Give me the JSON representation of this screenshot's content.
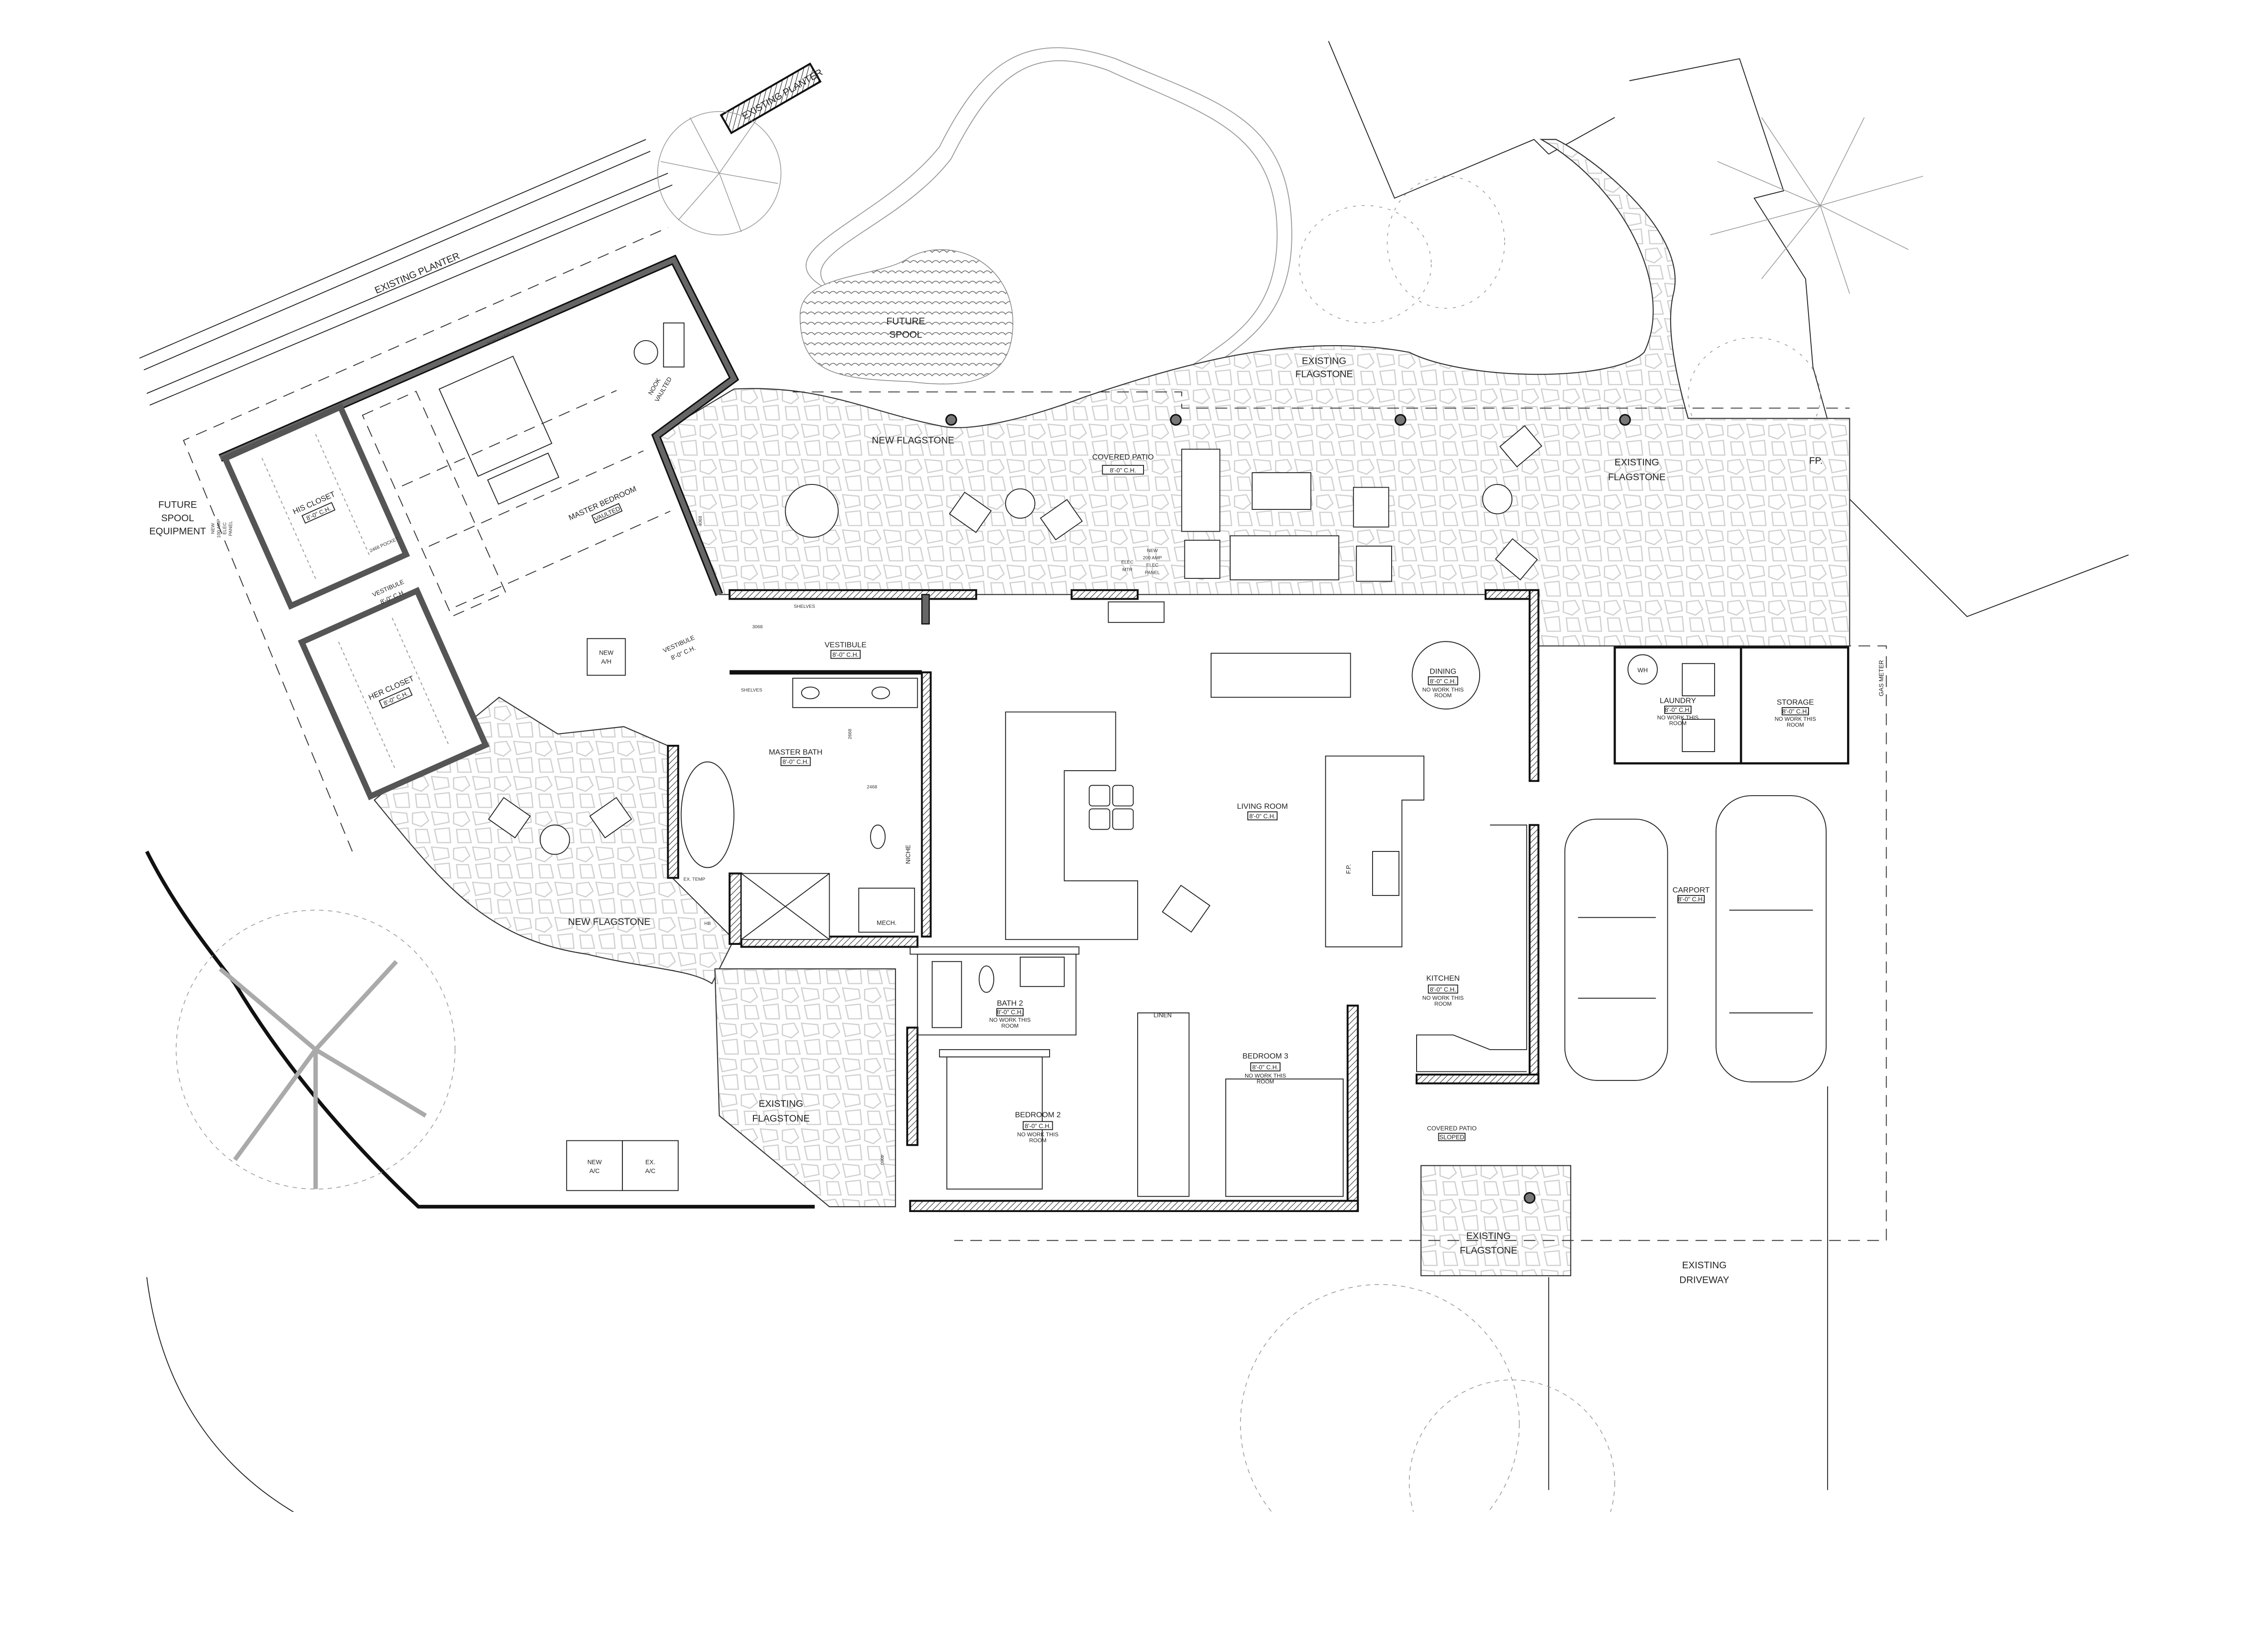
{
  "drawing": {
    "colors": {
      "wall_line": "#111111",
      "master_suite_wall": "#666666",
      "flagstone": "#cccccc",
      "column": "#777777",
      "background": "#ffffff"
    }
  },
  "site": {
    "existing_planter_1": "EXISTING PLANTER",
    "existing_planter_2": "EXISTING PLANTER",
    "future_spool": [
      "FUTURE",
      "SPOOL"
    ],
    "existing_flagstone_top": [
      "EXISTING",
      "FLAGSTONE"
    ],
    "new_flagstone_top": "NEW FLAGSTONE",
    "existing_flagstone_right": [
      "EXISTING",
      "FLAGSTONE"
    ],
    "fp_outdoor": "FP.",
    "future_spool_equipment": [
      "FUTURE",
      "SPOOL",
      "EQUIPMENT"
    ],
    "new_flagstone_bottom": "NEW FLAGSTONE",
    "existing_flagstone_bottom": [
      "EXISTING",
      "FLAGSTONE"
    ],
    "existing_flagstone_front": [
      "EXISTING",
      "FLAGSTONE"
    ],
    "existing_driveway": [
      "EXISTING",
      "DRIVEWAY"
    ],
    "gas_meter": "GAS METER"
  },
  "rooms": {
    "covered_patio": {
      "name": "COVERED PATIO",
      "ceiling": "8'-0\" C.H."
    },
    "his_closet": {
      "name": "HIS CLOSET",
      "ceiling": "8'-0\" C.H."
    },
    "her_closet": {
      "name": "HER CLOSET",
      "ceiling": "8'-0\" C.H."
    },
    "nook": {
      "name": "NOOK",
      "ceiling": "VAULTED"
    },
    "master_bedroom": {
      "name": "MASTER BEDROOM",
      "ceiling": "VAULTED"
    },
    "vestibule_closets": {
      "name": "VESTIBULE",
      "ceiling": "8'-0\" C.H."
    },
    "vestibule_side": {
      "name": "VESTIBULE",
      "ceiling": "8'-0\" C.H."
    },
    "vestibule_main": {
      "name": "VESTIBULE",
      "ceiling": "8'-0\" C.H."
    },
    "master_bath": {
      "name": "MASTER BATH",
      "ceiling": "8'-0\" C.H."
    },
    "mech": {
      "name": "MECH."
    },
    "niche": {
      "name": "NICHE"
    },
    "living_room": {
      "name": "LIVING ROOM",
      "ceiling": "8'-0\" C.H."
    },
    "dining": {
      "name": "DINING",
      "ceiling": "8'-0\" C.H.",
      "note": [
        "NO WORK THIS",
        "ROOM"
      ]
    },
    "kitchen": {
      "name": "KITCHEN",
      "ceiling": "8'-0\" C.H.",
      "note": [
        "NO WORK THIS",
        "ROOM"
      ]
    },
    "fireplace": {
      "name": "F.P."
    },
    "laundry": {
      "name": "LAUNDRY",
      "ceiling": "8'-0\" C.H.",
      "note": [
        "NO WORK THIS",
        "ROOM"
      ]
    },
    "storage": {
      "name": "STORAGE",
      "ceiling": "8'-0\" C.H.",
      "note": [
        "NO WORK THIS",
        "ROOM"
      ]
    },
    "carport": {
      "name": "CARPORT",
      "ceiling": "8'-0\" C.H."
    },
    "bath_2": {
      "name": "BATH 2",
      "ceiling": "8'-0\" C.H.",
      "note": [
        "NO WORK THIS",
        "ROOM"
      ]
    },
    "linen": {
      "name": "LINEN"
    },
    "bedroom_2": {
      "name": "BEDROOM 2",
      "ceiling": "8'-0\" C.H.",
      "note": [
        "NO WORK THIS",
        "ROOM"
      ]
    },
    "bedroom_3": {
      "name": "BEDROOM 3",
      "ceiling": "8'-0\" C.H.",
      "note": [
        "NO WORK THIS",
        "ROOM"
      ]
    },
    "covered_patio_front": {
      "name": "COVERED PATIO",
      "ceiling": "SLOPED"
    }
  },
  "equipment": {
    "new_100_amp_panel": [
      "NEW",
      "100 AMP",
      "ELEC",
      "PANEL"
    ],
    "new_ah": [
      "NEW",
      "A/H"
    ],
    "elec_mtr": [
      "ELEC",
      "MTR"
    ],
    "new_200_amp_panel": [
      "NEW",
      "200 AMP",
      "ELEC",
      "PANEL"
    ],
    "water_heater": "WH",
    "new_ac": [
      "NEW",
      "A/C"
    ],
    "ex_ac": [
      "EX.",
      "A/C"
    ],
    "shelves": "SHELVES",
    "hose_bib": "HB"
  },
  "door_tags": {
    "fixed_window": "2020 FIXED",
    "pocket_door": "2468 POCKET",
    "door_3068": "3068",
    "door_2668": "2668",
    "door_2468": "2468",
    "door_4068": "4068",
    "door_4060": "4060",
    "ex_temp": "EX. TEMP"
  }
}
